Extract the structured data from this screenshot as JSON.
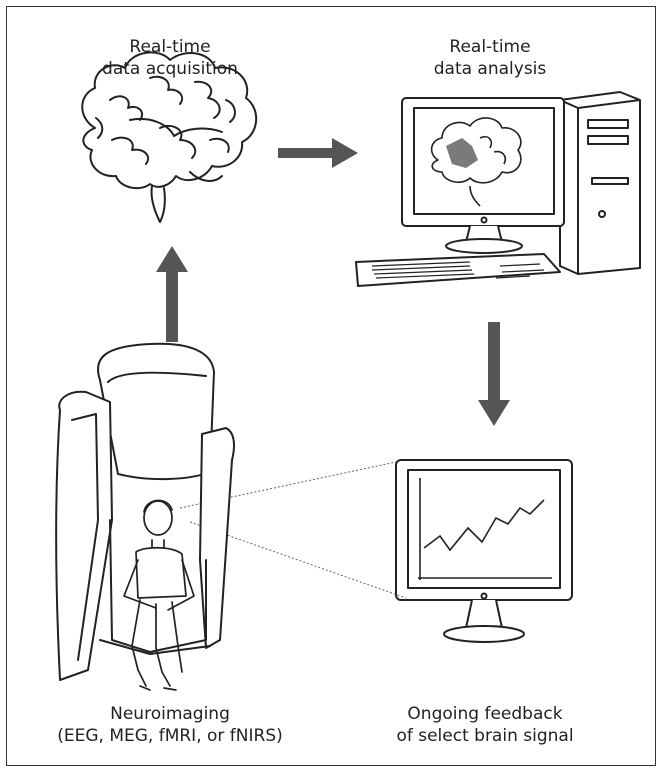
{
  "labels": {
    "acquisition": {
      "line1": "Real-time",
      "line2": "data acquisition"
    },
    "analysis": {
      "line1": "Real-time",
      "line2": "data analysis"
    },
    "neuroimaging": {
      "line1": "Neuroimaging",
      "line2": "(EEG, MEG, fMRI, or fNIRS)"
    },
    "feedback": {
      "line1": "Ongoing feedback",
      "line2": "of select brain signal"
    }
  },
  "colors": {
    "arrow": "#555555",
    "line": "#222222",
    "highlight": "#7a7a7a"
  }
}
